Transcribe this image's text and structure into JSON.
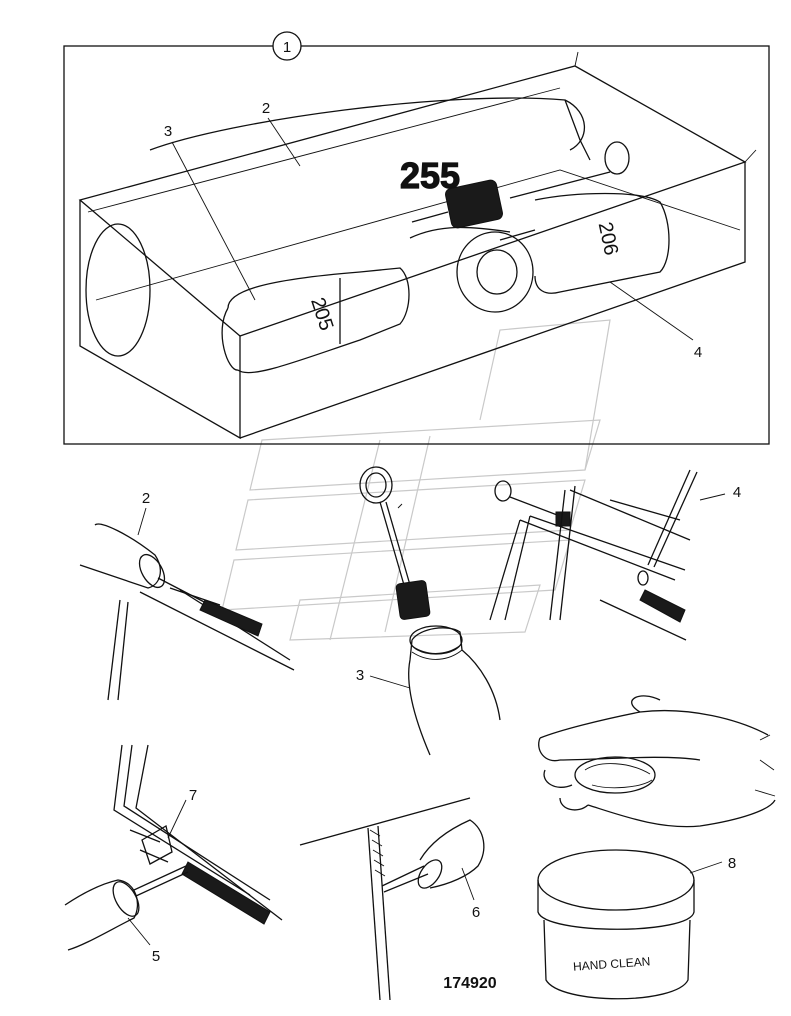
{
  "figure_id": "174920",
  "callouts": {
    "c1": "1",
    "c2a": "2",
    "c3a": "3",
    "c4a": "4",
    "c2b": "2",
    "c3b": "3",
    "c4b": "4",
    "c5": "5",
    "c6": "6",
    "c7": "7",
    "c8": "8"
  },
  "kit_texts": {
    "large_tube": "255",
    "small_tube": "205",
    "bottle": "206"
  },
  "jar_text": "HAND CLEAN",
  "colors": {
    "ink": "#111111",
    "paper": "#ffffff",
    "watermark": "#c9c9c9"
  }
}
